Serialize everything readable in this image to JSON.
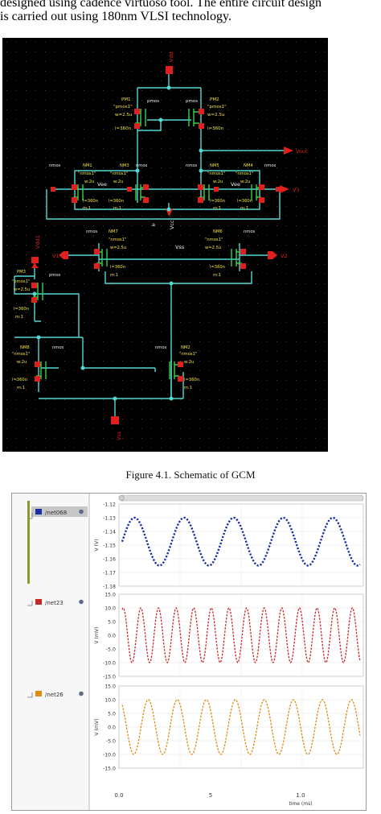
{
  "body_text": {
    "line1": "designed using cadence virtuoso tool. The entire circuit design",
    "line2": "is carried out using 180nm VLSI technology."
  },
  "schematic": {
    "pins": {
      "vdd_top": "Vdd",
      "vout": "Vout",
      "v3": "V3",
      "v1": "V1",
      "v2": "V2",
      "vdd1": "Vdd1",
      "vss": "Vss",
      "vcc_mid": "Vcc",
      "node_a": "a",
      "vee_left": "Vee",
      "vee_right": "Vee",
      "vss_bus": "Vss"
    },
    "pmos_top_left": {
      "name": "PM1",
      "type": "pmos",
      "model": "\"pmos1\"",
      "w": "w=2.5u",
      "l": "l=360n"
    },
    "pmos_top_right": {
      "name": "PM2",
      "type": "pmos",
      "model": "\"pmos1\"",
      "w": "w=2.5u",
      "l": "l=360n"
    },
    "nmos_row": [
      {
        "name": "NM1",
        "label": "nmos",
        "model": "\"nmos1\"",
        "w": "w:2u",
        "l": "l=360n",
        "m": "m:1"
      },
      {
        "name": "NM3",
        "label": "nmos",
        "model": "\"nmos1\"",
        "w": "w:2u",
        "l": "l=360n",
        "m": "m:1"
      },
      {
        "name": "NM5",
        "label": "nmos",
        "model": "\"nmos1\"",
        "w": "w:2u",
        "l": "l=360n",
        "m": "m:1"
      },
      {
        "name": "NM4",
        "label": "nmos",
        "model": "\"nmos1\"",
        "w": "w:2u",
        "l": "l=360n",
        "m": "m:1"
      }
    ],
    "diff_left": {
      "name": "NM7",
      "label": "nmos",
      "model": "\"nmos1\"",
      "w": "w=2.5u",
      "l": "l=360n",
      "m": "m:1"
    },
    "diff_right": {
      "name": "NM6",
      "label": "nmos",
      "model": "\"nmos1\"",
      "w": "w=2.5u",
      "l": "l=360n",
      "m": "m:1"
    },
    "pmos_left": {
      "name": "PM3",
      "label": "pmos",
      "model": "\"pmos1\"",
      "w": "w=2.5u",
      "l": "l=360n",
      "m": "m:1"
    },
    "mirror_left": {
      "name": "NM8",
      "label": "nmos",
      "model": "\"nmos1\"",
      "w": "w:2u",
      "l": "l=360n",
      "m": "m:1"
    },
    "mirror_right": {
      "name": "NM2",
      "label": "nmos",
      "model": "\"nmos1\"",
      "w": "w:2u",
      "l": "l=360n",
      "m": "m:1"
    }
  },
  "caption": "Figure 4.1. Schematic of GCM",
  "waveform": {
    "time_label": "time (ms)",
    "x_ticks": [
      "0.0",
      "5",
      "1.0"
    ],
    "panels": [
      {
        "name": "/net068",
        "color": "#1a2ea6",
        "ylabel": "V (V)",
        "ticks": [
          "-1.12",
          "-1.13",
          "-1.14",
          "-1.15",
          "-1.16",
          "-1.17",
          "-1.18"
        ],
        "min": -1.18,
        "max": -1.12,
        "center": -1.1475,
        "amplitude": 0.0175,
        "cycles": 4.8,
        "phase": 0.0
      },
      {
        "name": "/net23",
        "color": "#c62828",
        "ylabel": "V (mV)",
        "ticks": [
          "15.0",
          "10.0",
          "5.0",
          "0.0",
          "-5.0",
          "-10.0",
          "-15.0"
        ],
        "min": -15,
        "max": 15,
        "center": 0,
        "amplitude": 10,
        "cycles": 13.5,
        "phase": 1.2
      },
      {
        "name": "/net26",
        "color": "#e08a10",
        "ylabel": "V (mV)",
        "ticks": [
          "15.0",
          "10.0",
          "5.0",
          "0.0",
          "-5.0",
          "-10.0",
          "-15.0"
        ],
        "min": -15,
        "max": 15,
        "center": 0,
        "amplitude": 10,
        "cycles": 8.2,
        "phase": 2.2
      }
    ]
  }
}
